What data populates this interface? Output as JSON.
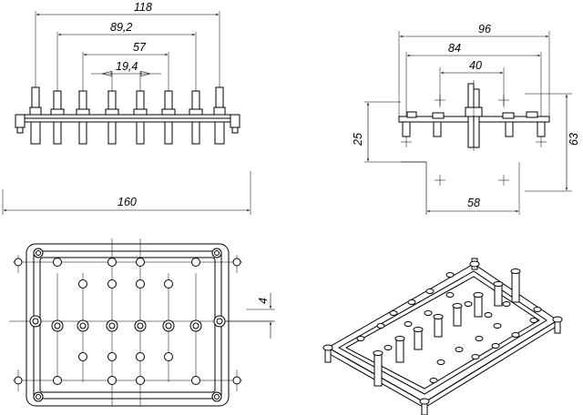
{
  "front_view": {
    "dim_overall": "118",
    "dim_second": "89,2",
    "dim_third": "57",
    "dim_inner": "19,4"
  },
  "base_length": {
    "dim": "160"
  },
  "side_view": {
    "dim_width": "96",
    "dim_span": "84",
    "dim_pitch": "40",
    "dim_step": "25",
    "dim_height": "63",
    "dim_bottom": "58"
  },
  "plan_view": {
    "dim_offset": "4"
  }
}
